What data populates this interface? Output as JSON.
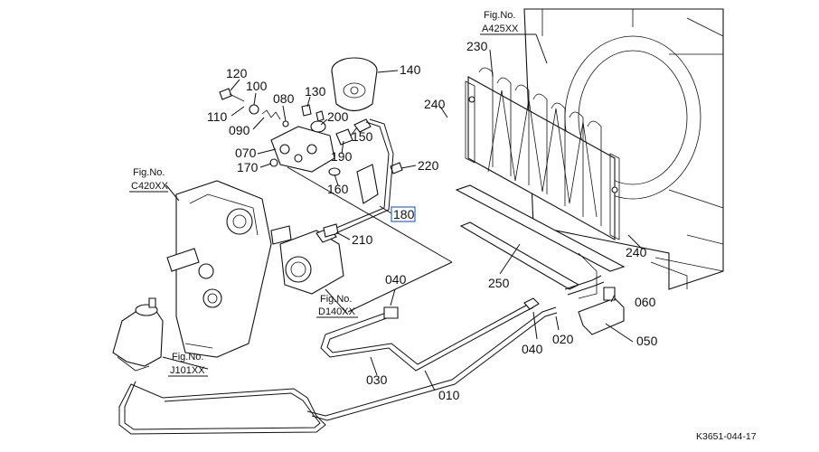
{
  "parts": {
    "p120": "120",
    "p100": "100",
    "p110": "110",
    "p090": "090",
    "p080": "080",
    "p130": "130",
    "p140": "140",
    "p200": "200",
    "p150": "150",
    "p190": "190",
    "p070": "070",
    "p170": "170",
    "p160": "160",
    "p220": "220",
    "p180": "180",
    "p210": "210",
    "p230": "230",
    "p240a": "240",
    "p240b": "240",
    "p250": "250",
    "p040a": "040",
    "p040b": "040",
    "p060": "060",
    "p020": "020",
    "p050": "050",
    "p030": "030",
    "p010": "010"
  },
  "figrefs": {
    "a425": {
      "line1": "Fig.No.",
      "line2": "A425XX"
    },
    "c420": {
      "line1": "Fig.No.",
      "line2": "C420XX"
    },
    "d140": {
      "line1": "Fig.No.",
      "line2": "D140XX"
    },
    "j101": {
      "line1": "Fig.No.",
      "line2": "J101XX"
    }
  },
  "highlighted_part": "180",
  "highlight_color": "#2a6bd1",
  "diagram_code": "K3651-044-17"
}
